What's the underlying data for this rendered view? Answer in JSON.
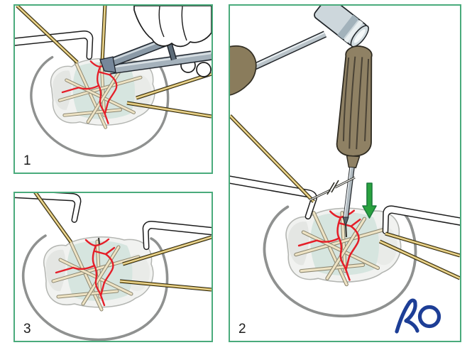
{
  "figure": {
    "type": "surgical-technique-illustration",
    "panels": [
      {
        "label": "1",
        "name": "step-1",
        "depicts": [
          "skin-incision-outline",
          "bone-fragments",
          "fracture-lines",
          "k-wires",
          "hohmann-retractor",
          "wire-cutter",
          "surgical-glove"
        ]
      },
      {
        "label": "3",
        "name": "step-3",
        "depicts": [
          "skin-incision-outline",
          "bone-fragments",
          "fracture-lines",
          "k-wires-cut-short",
          "hohmann-retractor-left",
          "hohmann-retractor-right"
        ]
      },
      {
        "label": "2",
        "name": "step-2",
        "depicts": [
          "mallet",
          "impactor-punch",
          "cut-wire-segment",
          "green-down-arrow",
          "skin-incision-outline",
          "bone-fragments",
          "fracture-lines",
          "k-wires",
          "hohmann-retractor-left",
          "hohmann-retractor-right",
          "ao-logo"
        ]
      }
    ],
    "branding": {
      "logo_text": "AO"
    },
    "colors": {
      "border-green": "#4aab7c",
      "fracture-red": "#e51e28",
      "wire-gold": "#c9a53f",
      "wire-gold-hi": "#f3ecca",
      "wire-outline": "#2a2a20",
      "arrow-green": "#29a23e",
      "arrow-outline": "#1c7b3d",
      "ao-blue": "#1d3e96",
      "skin-gray": "#8f9190",
      "bone-fill": "#f1f2f0",
      "bone-outline": "#b3b5b1",
      "bone-teal": "#d6e5df",
      "pin-fill": "#eee3c4",
      "pin-outline": "#8b8670",
      "steel": "#8b9aa7",
      "steel-light": "#b9c3c9",
      "handle-olive": "#8a7c5c",
      "punch-khaki": "#8f8164",
      "ink": "#1c1c1c"
    }
  }
}
